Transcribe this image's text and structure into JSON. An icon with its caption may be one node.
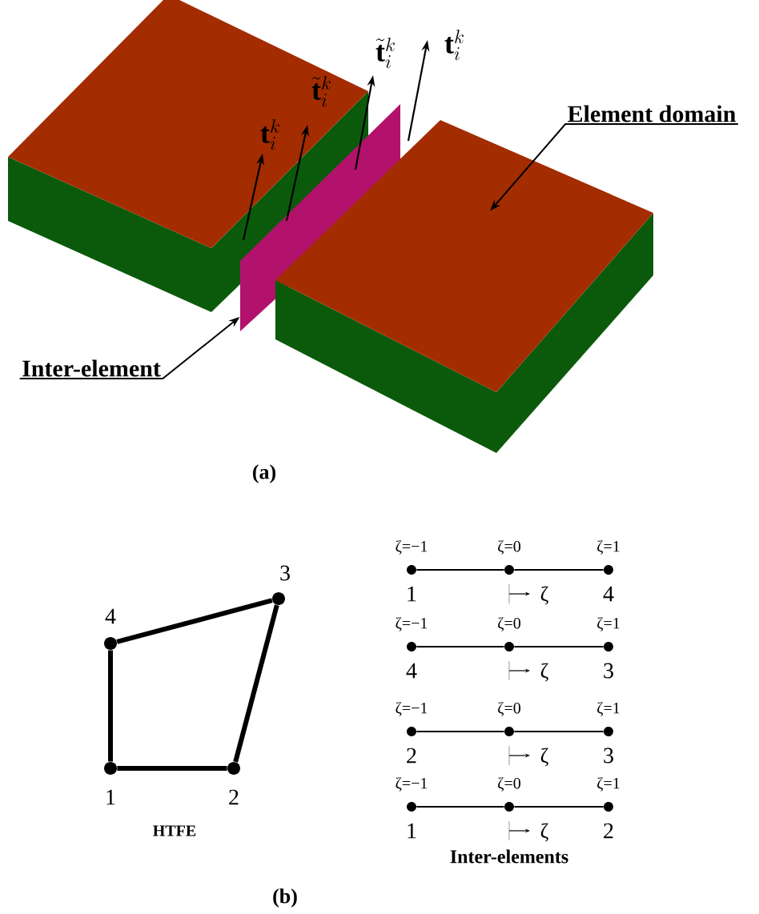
{
  "diagram": {
    "nodes": [
      {
        "text": [
          "Element domain"
        ]
      },
      {
        "text": [],
        "shape": "box"
      },
      {
        "text": [],
        "shape": "box"
      },
      {
        "text": [
          "Inter-element"
        ]
      },
      {
        "text": [],
        "shape": "circle",
        "beside": [
          "1"
        ]
      },
      {
        "text": [],
        "shape": "circle",
        "beside": [
          "2"
        ]
      },
      {
        "text": [],
        "shape": "circle",
        "beside": [
          "3"
        ]
      },
      {
        "text": [],
        "shape": "circle",
        "beside": [
          "4"
        ]
      },
      {
        "text": [],
        "shape": "circle",
        "beside": [
          "ζ=−1",
          "1"
        ]
      },
      {
        "text": [],
        "shape": "circle",
        "beside": [
          "ζ=0"
        ]
      },
      {
        "text": [],
        "shape": "circle",
        "beside": [
          "ζ=1",
          "4"
        ]
      },
      {
        "text": [],
        "shape": "circle",
        "beside": [
          "ζ=−1",
          "4"
        ]
      },
      {
        "text": [],
        "shape": "circle",
        "beside": [
          "ζ=0"
        ]
      },
      {
        "text": [],
        "shape": "circle",
        "beside": [
          "ζ=1",
          "3"
        ]
      },
      {
        "text": [],
        "shape": "circle",
        "beside": [
          "ζ=−1",
          "2"
        ]
      },
      {
        "text": [],
        "shape": "circle",
        "beside": [
          "ζ=0"
        ]
      },
      {
        "text": [],
        "shape": "circle",
        "beside": [
          "ζ=1",
          "3"
        ]
      },
      {
        "text": [],
        "shape": "circle",
        "beside": [
          "ζ=−1",
          "1"
        ]
      },
      {
        "text": [],
        "shape": "circle",
        "beside": [
          "ζ=0"
        ]
      },
      {
        "text": [],
        "shape": "circle",
        "beside": [
          "ζ=1",
          "2"
        ]
      }
    ],
    "edges": [
      {
        "from": 0,
        "to": 1,
        "arrow": "to"
      },
      {
        "from": 3,
        "to": 2,
        "arrow": "to"
      },
      {
        "from": 4,
        "to": 5,
        "arrow": "none",
        "style": "thick"
      },
      {
        "from": 5,
        "to": 6,
        "arrow": "none",
        "style": "thick"
      },
      {
        "from": 6,
        "to": 7,
        "arrow": "none",
        "style": "thick"
      },
      {
        "from": 7,
        "to": 4,
        "arrow": "none",
        "style": "thick"
      },
      {
        "from": 8,
        "to": 9,
        "arrow": "none"
      },
      {
        "from": 9,
        "to": 10,
        "arrow": "none"
      },
      {
        "from": 11,
        "to": 12,
        "arrow": "none"
      },
      {
        "from": 12,
        "to": 13,
        "arrow": "none"
      },
      {
        "from": 14,
        "to": 15,
        "arrow": "none"
      },
      {
        "from": 15,
        "to": 16,
        "arrow": "none"
      },
      {
        "from": 17,
        "to": 18,
        "arrow": "none"
      },
      {
        "from": 18,
        "to": 19,
        "arrow": "none"
      }
    ],
    "labels": [
      "\\tilde{\\mathbf{t}}_{i}^{k}",
      "\\mathbf{t}_{i}^{k}",
      "\\tilde{\\mathbf{t}}_{i}^{k}",
      "\\mathbf{t}_{i}^{k}",
      "(a)",
      "ζ",
      "ζ",
      "ζ",
      "ζ",
      "HTFE",
      "Inter-elements",
      "(b)"
    ]
  }
}
